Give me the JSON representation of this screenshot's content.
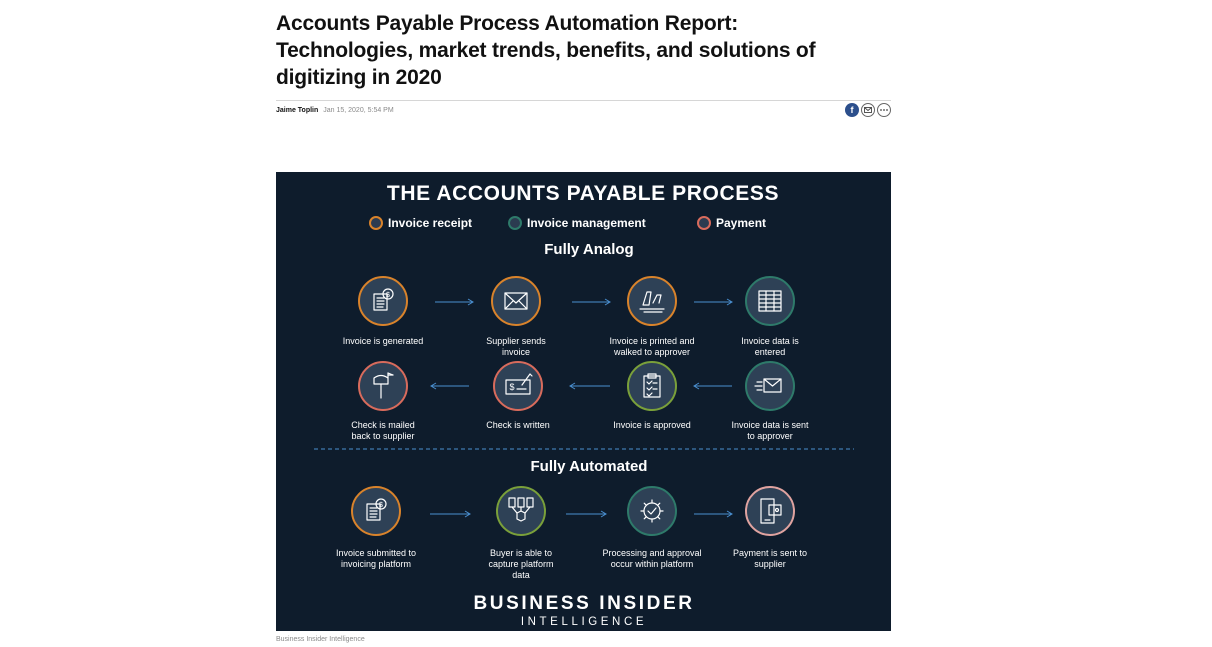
{
  "article": {
    "headline": "Accounts Payable Process Automation Report: Technologies, market trends, benefits, and solutions of digitizing in 2020",
    "author": "Jaime Toplin",
    "date": "Jan 15, 2020, 5:54 PM",
    "share": {
      "facebook_icon": "facebook-icon",
      "email_icon": "email-icon",
      "more_icon": "more-icon"
    },
    "caption": "Business Insider Intelligence"
  },
  "infographic": {
    "title": "THE ACCOUNTS PAYABLE PROCESS",
    "legend": [
      {
        "label": "Invoice receipt",
        "color": "#d9832b"
      },
      {
        "label": "Invoice management",
        "color": "#2e7a6a"
      },
      {
        "label": "Payment",
        "color": "#d86b5c"
      }
    ],
    "section_analog": "Fully Analog",
    "section_automated": "Fully Automated",
    "analog_row1": [
      {
        "line1": "Invoice is generated",
        "line2": "",
        "stroke": "#d9832b",
        "icon": "invoice-dollar-icon"
      },
      {
        "line1": "Supplier sends",
        "line2": "invoice",
        "stroke": "#d9832b",
        "icon": "envelope-icon"
      },
      {
        "line1": "Invoice is printed and",
        "line2": "walked to approver",
        "stroke": "#d9832b",
        "icon": "walking-feet-icon"
      },
      {
        "line1": "Invoice data is",
        "line2": "entered",
        "stroke": "#2e7a6a",
        "icon": "spreadsheet-icon"
      }
    ],
    "analog_row2": [
      {
        "line1": "Check is mailed",
        "line2": "back to supplier",
        "stroke": "#d86b5c",
        "icon": "mailbox-icon"
      },
      {
        "line1": "Check is written",
        "line2": "",
        "stroke": "#d86b5c",
        "icon": "check-writing-icon"
      },
      {
        "line1": "Invoice is approved",
        "line2": "",
        "stroke": "#7aa03a",
        "icon": "clipboard-check-icon"
      },
      {
        "line1": "Invoice data is sent",
        "line2": "to approver",
        "stroke": "#2e7a6a",
        "icon": "fast-envelope-icon"
      }
    ],
    "automated_row": [
      {
        "line1": "Invoice submitted to",
        "line2": "invoicing platform",
        "line3": "",
        "stroke": "#d9832b",
        "icon": "invoice-dollar-icon"
      },
      {
        "line1": "Buyer is able to",
        "line2": "capture platform",
        "line3": "data",
        "stroke": "#7aa03a",
        "icon": "platform-data-icon"
      },
      {
        "line1": "Processing and approval",
        "line2": "occur within platform",
        "line3": "",
        "stroke": "#2e7a6a",
        "icon": "gear-check-icon"
      },
      {
        "line1": "Payment is sent to",
        "line2": "supplier",
        "line3": "",
        "stroke": "#e0a3a0",
        "icon": "phone-wallet-icon"
      }
    ],
    "brand_line1": "BUSINESS INSIDER",
    "brand_line2": "INTELLIGENCE"
  }
}
